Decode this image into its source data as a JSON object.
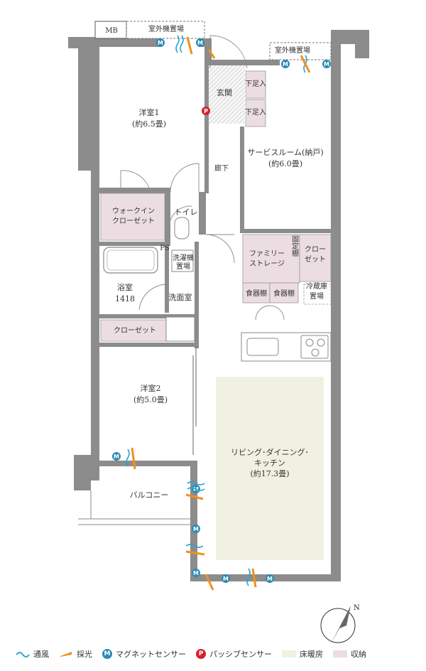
{
  "rooms": {
    "western_room_1": "洋室1",
    "western_room_1_size": "(約6.5畳)",
    "western_room_2": "洋室2",
    "western_room_2_size": "(約5.0畳)",
    "service_room": "サービスルーム(納戸)",
    "service_room_size": "(約6.0畳)",
    "ldk_line1": "リビング･ダイニング･",
    "ldk_line2": "キッチン",
    "ldk_size": "(約17.3畳)",
    "entrance": "玄関",
    "hallway": "廊下",
    "toilet": "トイレ",
    "washroom": "洗面室",
    "bath": "浴室",
    "bath_size": "1418",
    "balcony": "バルコニー"
  },
  "storage": {
    "walk_in_line1": "ウォークイン",
    "walk_in_line2": "クローゼット",
    "closet": "クローゼット",
    "family_line1": "ファミリー",
    "family_line2": "ストレージ",
    "fixed_shelf": "固定棚",
    "closet2_line1": "クロー",
    "closet2_line2": "ゼット",
    "shoe_box": "下足入",
    "cupboard": "食器棚",
    "fridge_line1": "冷蔵庫",
    "fridge_line2": "置場",
    "washer_line1": "洗濯機",
    "washer_line2": "置場"
  },
  "equipment": {
    "mb": "MB",
    "ps": "PS",
    "outdoor_unit": "室外機置場",
    "magnet_symbol": "M",
    "passive_symbol": "P",
    "compass": "N"
  },
  "legend": {
    "ventilation": "通風",
    "daylight": "採光",
    "magnet_sensor": "マグネットセンサー",
    "passive_sensor": "パッシブセンサー",
    "floor_heating": "床暖房",
    "storage": "収納"
  },
  "colors": {
    "wall": "#8c8c8c",
    "storage_fill": "#ecdde3",
    "floor_heating": "#f1f1e2",
    "magnet": "#2b8ab4",
    "passive": "#d2232a",
    "ventilation": "#29a3d6",
    "daylight": "#f0901e"
  }
}
